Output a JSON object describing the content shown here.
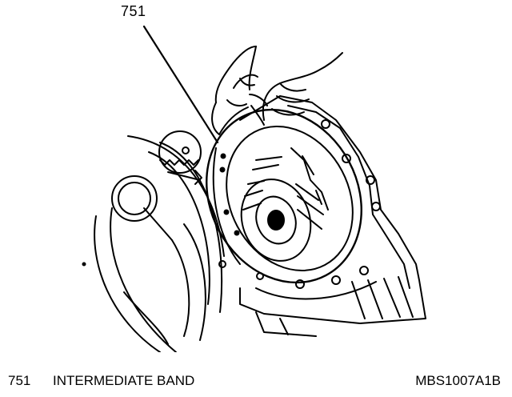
{
  "callout": {
    "number": "751"
  },
  "legend": [
    {
      "number": "751",
      "description": "INTERMEDIATE BAND"
    }
  ],
  "figure_code": "MBS1007A1B"
}
